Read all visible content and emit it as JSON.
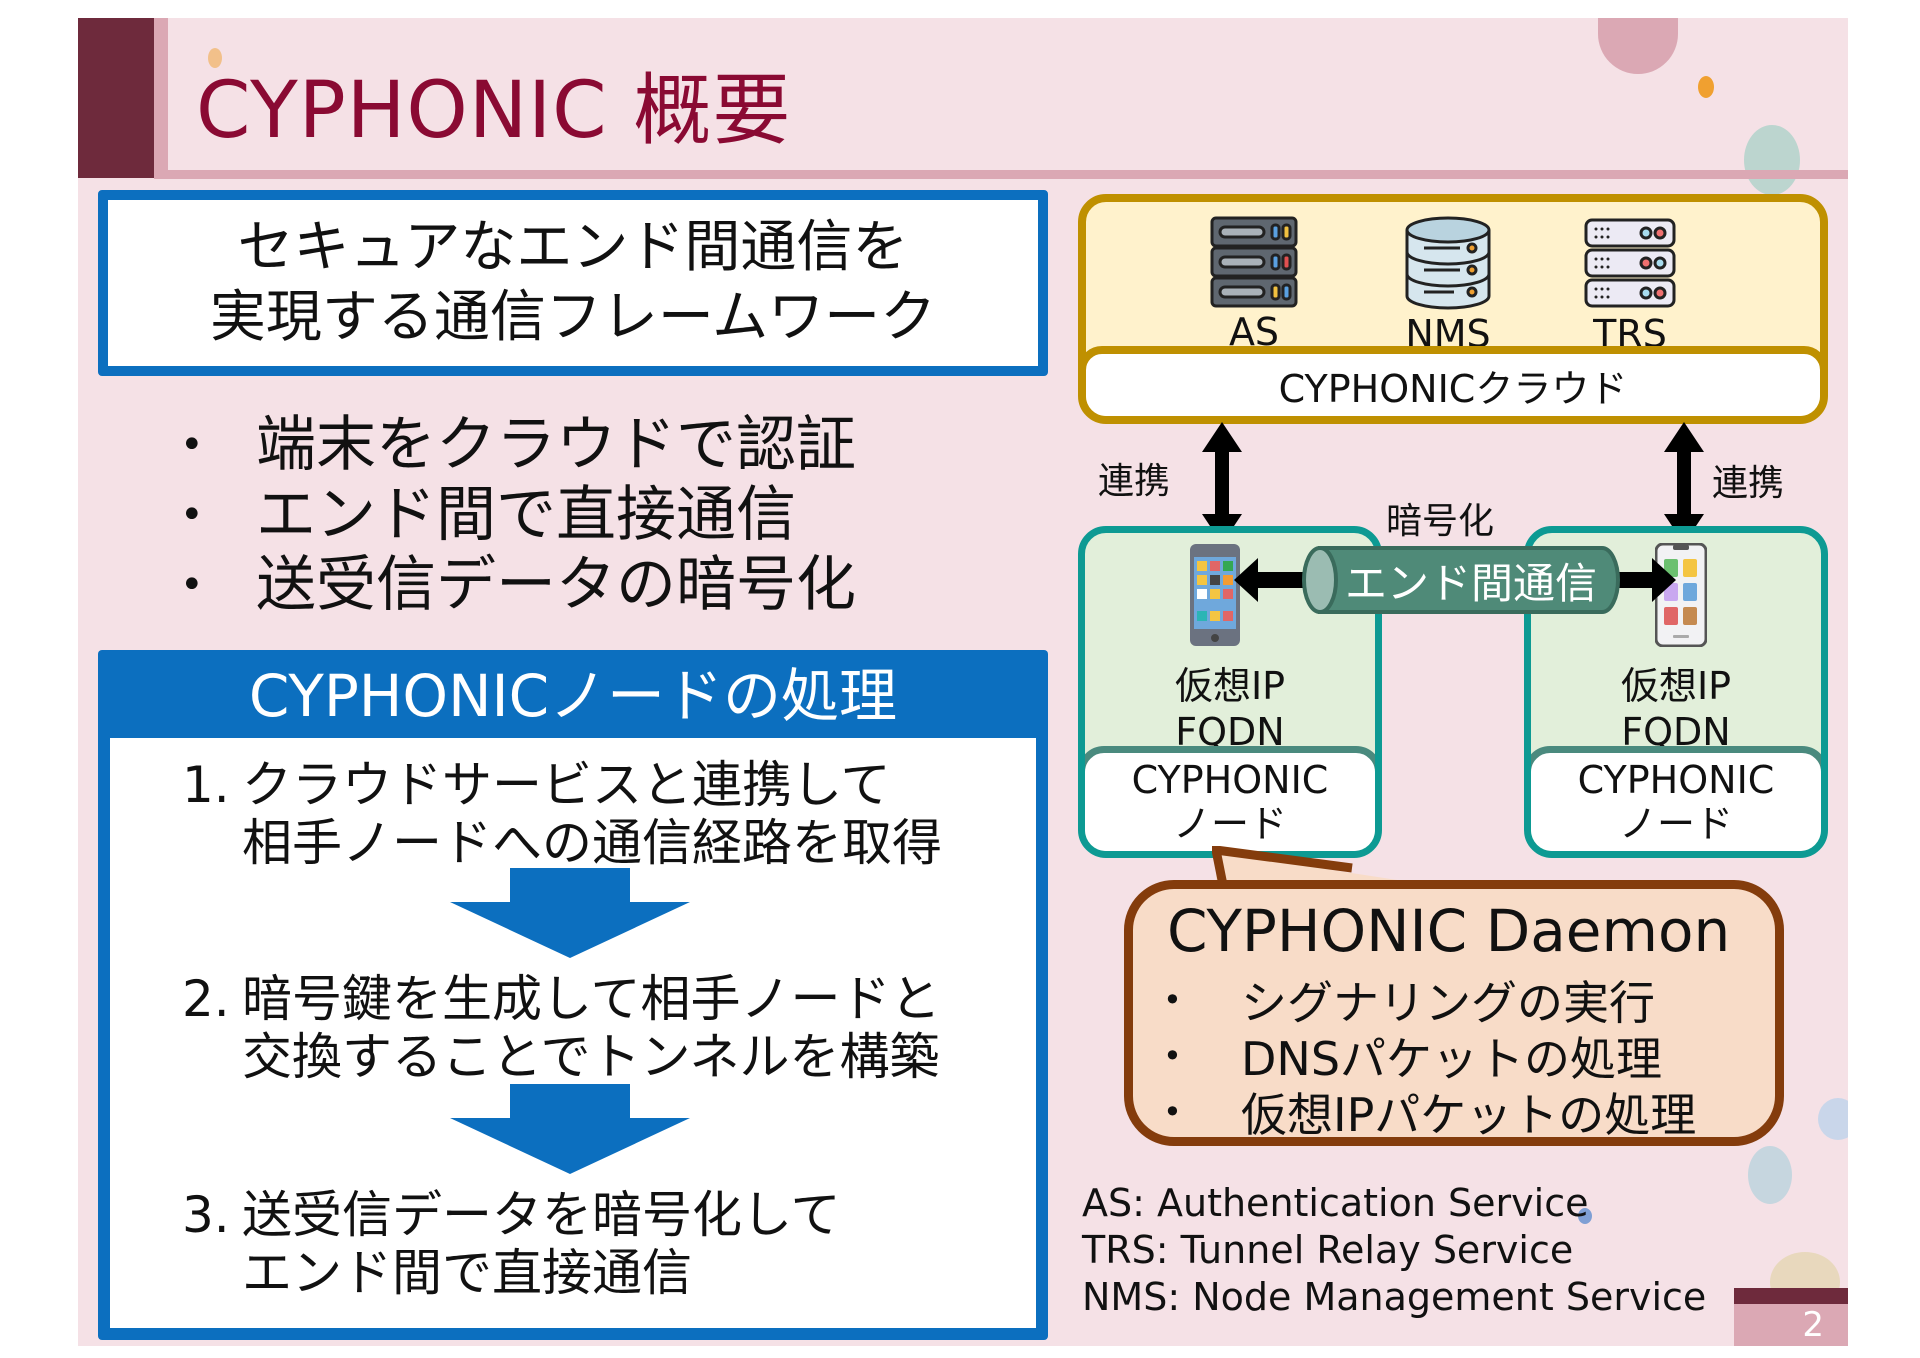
{
  "slide": {
    "title": "CYPHONIC 概要",
    "page_number": "2",
    "colors": {
      "title_text": "#8a0a33",
      "title_bar_dark": "#6e2a3c",
      "title_bar_light": "#dba8b4",
      "background": "#f5e1e6",
      "primary_blue": "#0c6fbf",
      "cloud_border": "#bf9000",
      "cloud_fill": "#fff2cc",
      "node_border": "#0d9a93",
      "node_fill": "#e2efda",
      "tunnel": "#4f8a78",
      "daemon_border": "#843c0c",
      "daemon_fill": "#f8dcc8"
    }
  },
  "left": {
    "tagline": [
      "セキュアなエンド間通信を",
      "実現する通信フレームワーク"
    ],
    "bullets": [
      "端末をクラウドで認証",
      "エンド間で直接通信",
      "送受信データの暗号化"
    ],
    "bullet_glyph": "•",
    "process": {
      "header": "CYPHONICノードの処理",
      "steps": [
        {
          "num": "1.",
          "lines": [
            "クラウドサービスと連携して",
            "相手ノードへの通信経路を取得"
          ]
        },
        {
          "num": "2.",
          "lines": [
            "暗号鍵を生成して相手ノードと",
            "交換することでトンネルを構築"
          ]
        },
        {
          "num": "3.",
          "lines": [
            "送受信データを暗号化して",
            "エンド間で直接通信"
          ]
        }
      ]
    }
  },
  "diagram": {
    "cloud": {
      "label": "CYPHONICクラウド",
      "services": [
        {
          "label": "AS",
          "icon": "server-rack-icon"
        },
        {
          "label": "NMS",
          "icon": "database-icon"
        },
        {
          "label": "TRS",
          "icon": "server-rack-light-icon"
        }
      ]
    },
    "link_label_left": "連携",
    "link_label_right": "連携",
    "encryption_label": "暗号化",
    "tunnel_label": "エンド間通信",
    "nodes": [
      {
        "info": [
          "仮想IP",
          "FQDN"
        ],
        "label": [
          "CYPHONIC",
          "ノード"
        ],
        "icon": "smartphone-icon"
      },
      {
        "info": [
          "仮想IP",
          "FQDN"
        ],
        "label": [
          "CYPHONIC",
          "ノード"
        ],
        "icon": "smartphone-icon"
      }
    ],
    "daemon": {
      "title": "CYPHONIC Daemon",
      "items": [
        "シグナリングの実行",
        "DNSパケットの処理",
        "仮想IPパケットの処理"
      ]
    },
    "legend": [
      "AS: Authentication Service",
      "TRS: Tunnel Relay Service",
      "NMS: Node Management Service"
    ]
  }
}
